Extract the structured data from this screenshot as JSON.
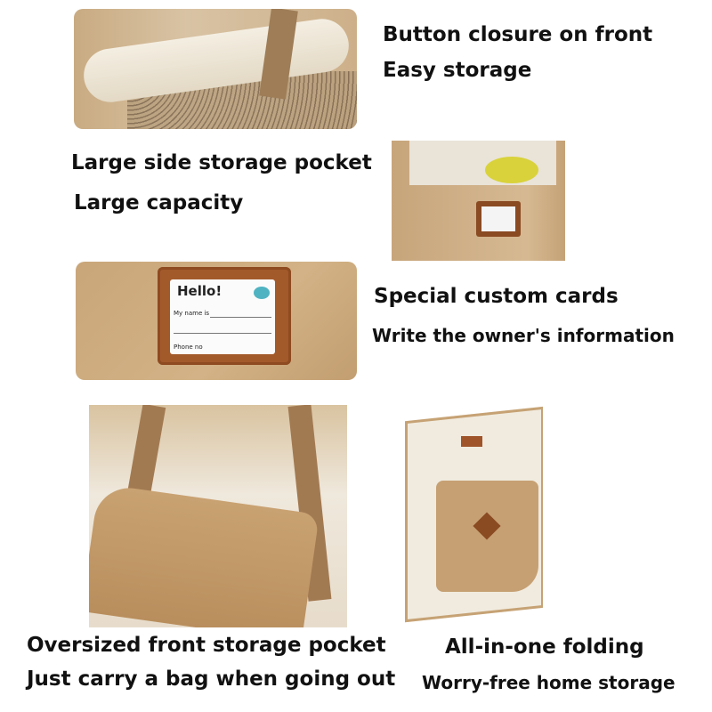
{
  "sections": [
    {
      "title": "Button closure on front",
      "subtitle": "Easy storage"
    },
    {
      "title": "Large side storage pocket",
      "subtitle": "Large capacity"
    },
    {
      "title": "Special custom cards",
      "subtitle": "Write the owner's information"
    },
    {
      "title": "Oversized front storage pocket",
      "subtitle": "Just carry a bag when going out"
    },
    {
      "title": "All-in-one folding",
      "subtitle": "Worry-free home storage"
    }
  ],
  "card": {
    "hello": "Hello!",
    "name": "My name is",
    "phone": "Phone no"
  },
  "colors": {
    "canvas": "#c9a67a",
    "leather": "#a35a2b",
    "cream": "#f1ebdf"
  }
}
